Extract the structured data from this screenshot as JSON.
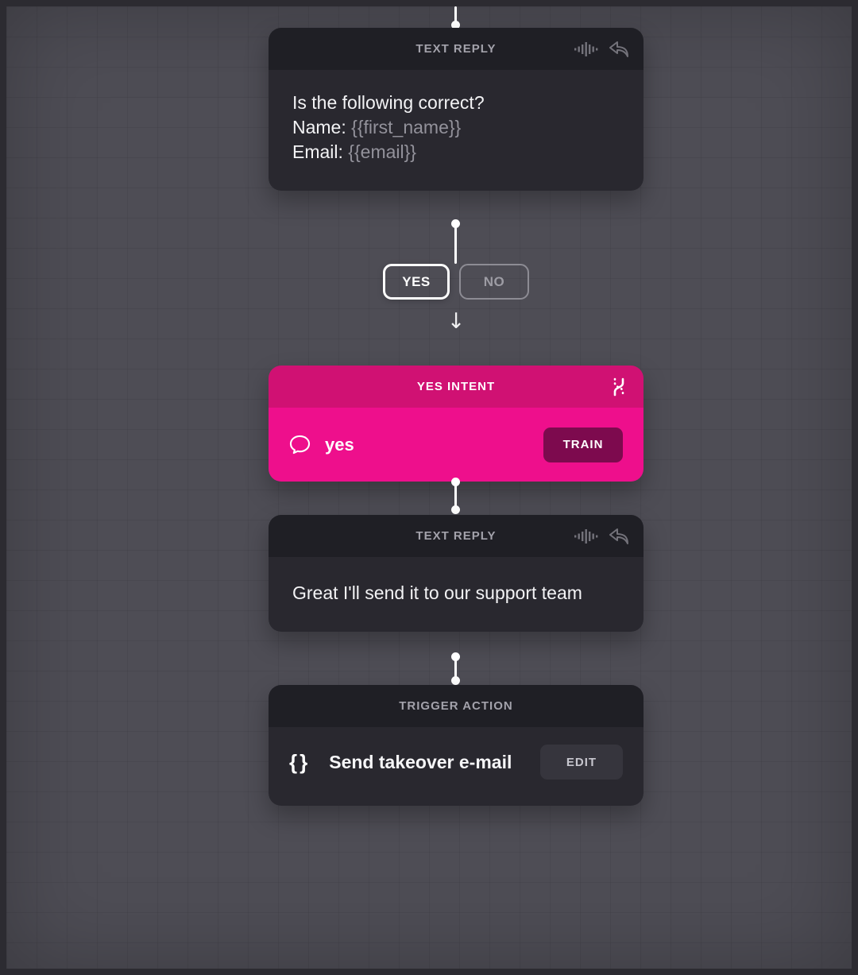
{
  "colors": {
    "canvas_background": "#4e4d55",
    "node_header_dark": "#1f1f25",
    "node_body_dark": "#29282f",
    "accent_pink_header": "#d01173",
    "accent_pink_body": "#ee0f8c",
    "connector_white": "#ffffff",
    "muted_text": "#93929b"
  },
  "nodes": {
    "textReply1": {
      "header": "TEXT REPLY",
      "line1": "Is the following correct?",
      "name_label": "Name: ",
      "name_var": "{{first_name}}",
      "email_label": "Email: ",
      "email_var": "{{email}}"
    },
    "branch": {
      "yes": "YES",
      "no": "NO",
      "arrow": "↓"
    },
    "yesIntent": {
      "header": "YES INTENT",
      "utterance": "yes",
      "train": "TRAIN"
    },
    "textReply2": {
      "header": "TEXT REPLY",
      "body": "Great I'll send it to our support team"
    },
    "triggerAction": {
      "header": "TRIGGER ACTION",
      "braces": "{}",
      "label": "Send takeover e-mail",
      "edit": "EDIT"
    }
  },
  "icons": {
    "waveform": "waveform-icon",
    "reply": "reply-icon",
    "intent": "intent-branch-icon",
    "speech_bubble": "speech-bubble-icon"
  }
}
